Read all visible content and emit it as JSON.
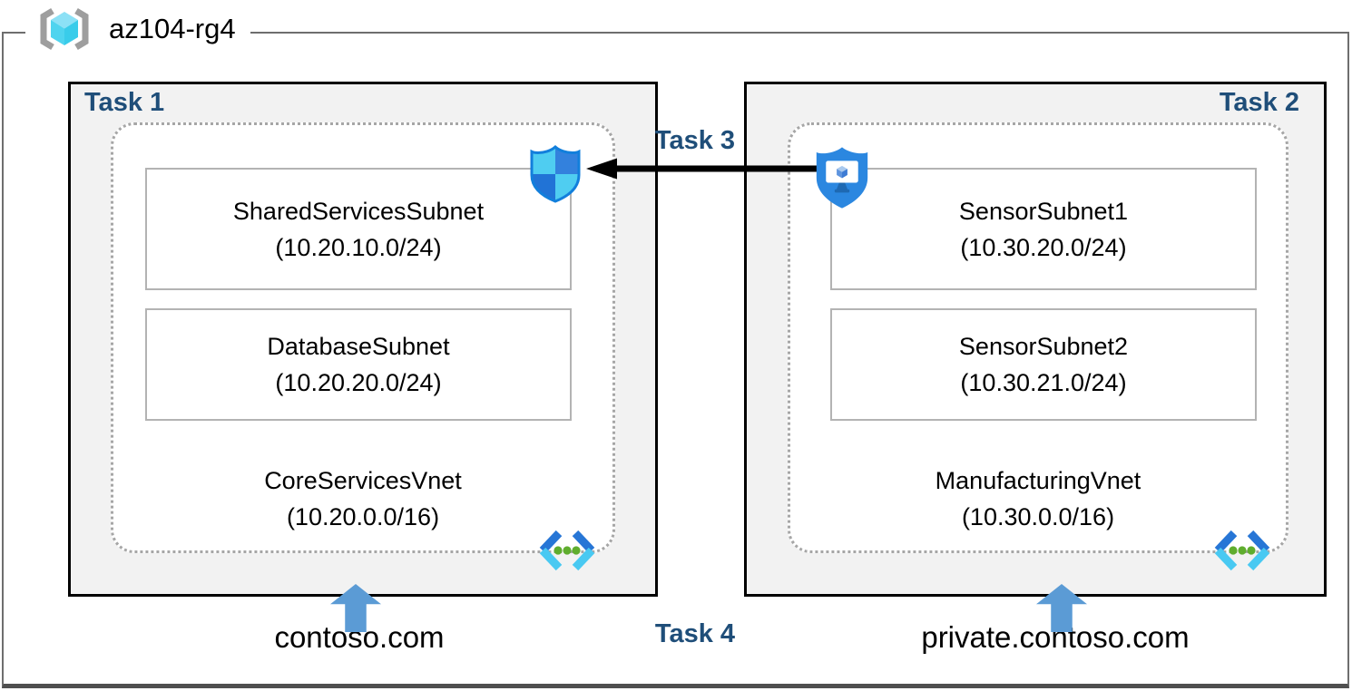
{
  "resource_group": {
    "name": "az104-rg4"
  },
  "tasks": {
    "task3_label": "Task 3",
    "task4_label": "Task 4"
  },
  "vnets": [
    {
      "task_label": "Task 1",
      "name": "CoreServicesVnet",
      "cidr": "(10.20.0.0/16)",
      "dns_label": "contoso.com",
      "subnets": [
        {
          "name": "SharedServicesSubnet",
          "cidr": "(10.20.10.0/24)"
        },
        {
          "name": "DatabaseSubnet",
          "cidr": "(10.20.20.0/24)"
        }
      ]
    },
    {
      "task_label": "Task 2",
      "name": "ManufacturingVnet",
      "cidr": "(10.30.0.0/16)",
      "dns_label": "private.contoso.com",
      "subnets": [
        {
          "name": "SensorSubnet1",
          "cidr": "(10.30.20.0/24)"
        },
        {
          "name": "SensorSubnet2",
          "cidr": "(10.30.21.0/24)"
        }
      ]
    }
  ],
  "icons": {
    "resource_group": "resource-group-icon",
    "network_security_group": "nsg-shield-icon",
    "bastion": "bastion-shield-monitor-icon",
    "virtual_network": "virtual-network-chevron-icon",
    "dns_zone_pointer": "up-arrow-icon",
    "peering": "left-arrow-icon"
  },
  "colors": {
    "task_label": "#1F4E79",
    "box_fill": "#F2F2F2",
    "box_border": "#000000",
    "dotted_border": "#A6A6A6",
    "subnet_border": "#B3B3B3",
    "dns_arrow_blue": "#5B9BD5",
    "peering_arrow": "#000000"
  }
}
